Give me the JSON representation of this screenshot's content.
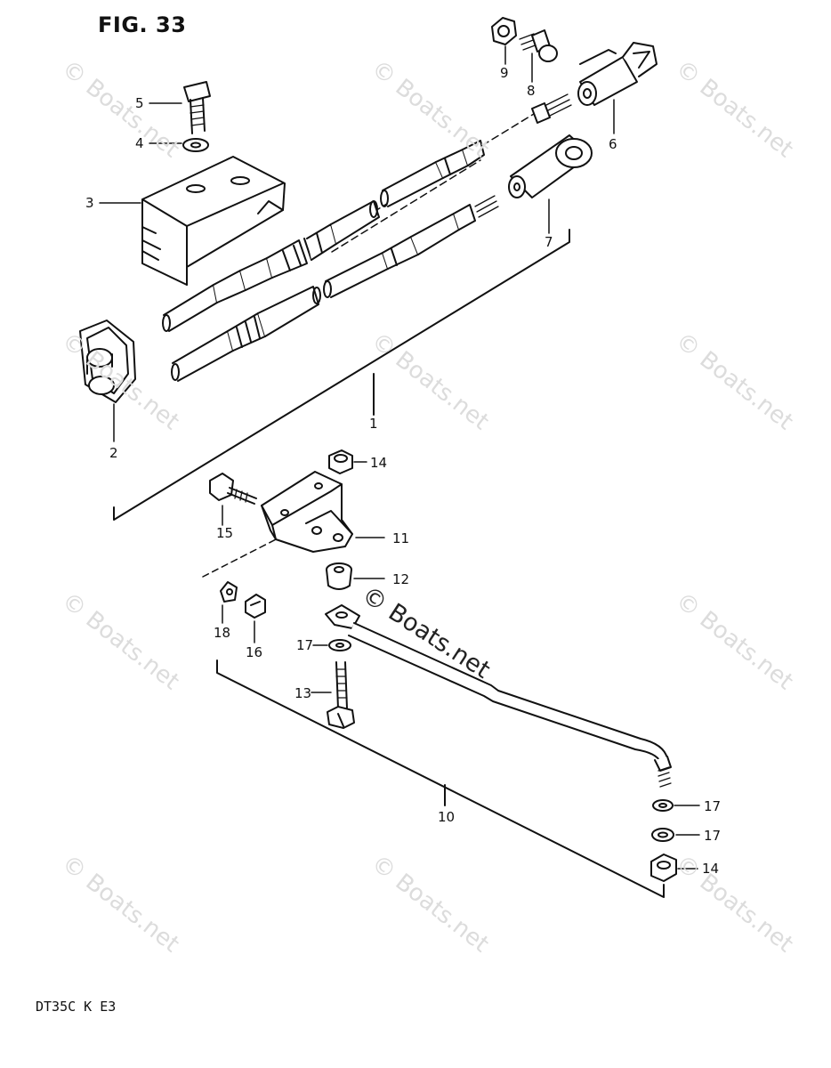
{
  "figure": {
    "title": "FIG. 33",
    "model_code": "DT35C K E3",
    "watermark": "© Boats.net"
  },
  "parts": [
    {
      "id": "part-1",
      "label": "1"
    },
    {
      "id": "part-2",
      "label": "2"
    },
    {
      "id": "part-3",
      "label": "3"
    },
    {
      "id": "part-4",
      "label": "4"
    },
    {
      "id": "part-5",
      "label": "5"
    },
    {
      "id": "part-6",
      "label": "6"
    },
    {
      "id": "part-7",
      "label": "7"
    },
    {
      "id": "part-8",
      "label": "8"
    },
    {
      "id": "part-9",
      "label": "9"
    },
    {
      "id": "part-10",
      "label": "10"
    },
    {
      "id": "part-11",
      "label": "11"
    },
    {
      "id": "part-12",
      "label": "12"
    },
    {
      "id": "part-13",
      "label": "13"
    },
    {
      "id": "part-14a",
      "label": "14"
    },
    {
      "id": "part-14b",
      "label": "14"
    },
    {
      "id": "part-15",
      "label": "15"
    },
    {
      "id": "part-16",
      "label": "16"
    },
    {
      "id": "part-17a",
      "label": "17"
    },
    {
      "id": "part-17b",
      "label": "17"
    },
    {
      "id": "part-17c",
      "label": "17"
    },
    {
      "id": "part-18",
      "label": "18"
    }
  ],
  "colors": {
    "ink": "#111111",
    "paper": "#ffffff",
    "watermark": "#dcdcdc"
  }
}
